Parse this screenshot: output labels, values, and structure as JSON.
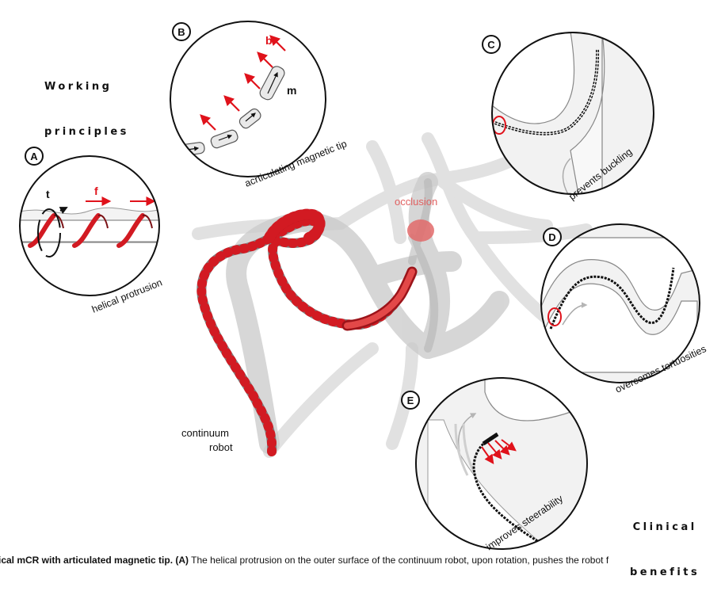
{
  "headings": {
    "working_line1": "Working",
    "working_line2": "principles",
    "clinical_line1": "Clinical",
    "clinical_line2": "benefits"
  },
  "panels": {
    "A": {
      "letter": "A",
      "label": "helical protrusion",
      "torque": "t",
      "force": "f"
    },
    "B": {
      "letter": "B",
      "label": "acrticulating magnetic tip",
      "field": "b",
      "moment": "m"
    },
    "C": {
      "letter": "C",
      "label": "prevents buckling"
    },
    "D": {
      "letter": "D",
      "label": "overcomes tortuosities"
    },
    "E": {
      "letter": "E",
      "label": "improves steerability"
    }
  },
  "center": {
    "occlusion": "occlusion",
    "robot_line1": "continuum",
    "robot_line2": "robot"
  },
  "caption": {
    "bold": "ical mCR with articulated magnetic tip. (A)",
    "rest": " The helical protrusion on the outer surface of the continuum robot, upon rotation, pushes the robot f"
  },
  "colors": {
    "accent_red": "#e0121b",
    "dark_red": "#b3141c",
    "vessel_gray": "#c9c9c9",
    "panel_fill": "#f2f2f2",
    "ink": "#111111"
  }
}
